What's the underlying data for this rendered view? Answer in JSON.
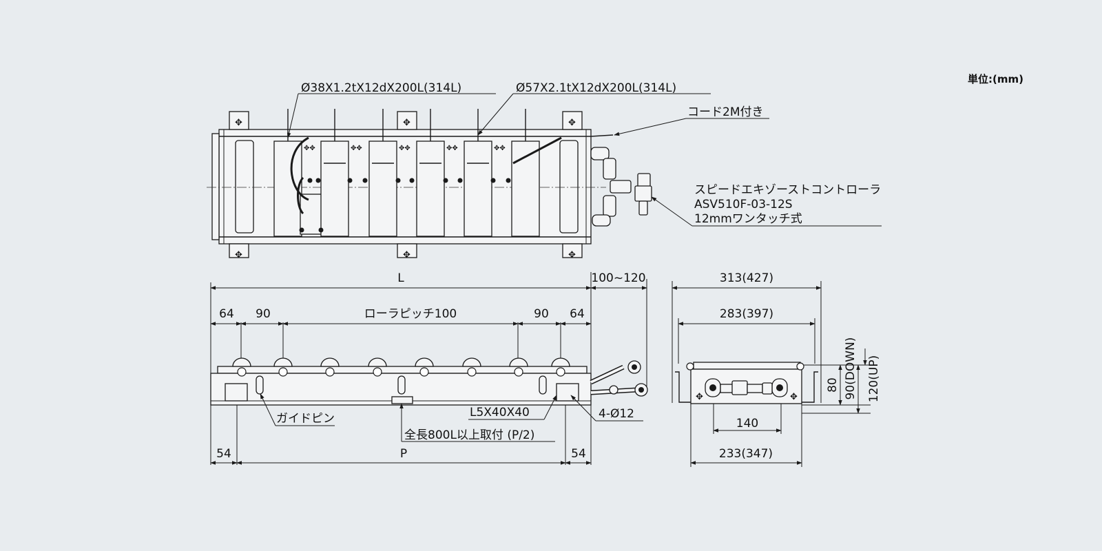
{
  "unit_label": "単位:(mm)",
  "top_view": {
    "tube_small": "Ø38X1.2tX12dX200L(314L)",
    "tube_large": "Ø57X2.1tX12dX200L(314L)",
    "cord": "コード2M付き",
    "controller_line1": "スピードエキゾーストコントローラ",
    "controller_line2": "ASV510F-03-12S",
    "controller_line3": "12mmワンタッチ式"
  },
  "side_view": {
    "dim_L": "L",
    "dim_L_extra": "100~120",
    "dim_64_left": "64",
    "dim_90_left": "90",
    "roller_pitch": "ローラピッチ100",
    "dim_90_right": "90",
    "dim_64_right": "64",
    "guide_pin": "ガイドピン",
    "angle": "L5X40X40",
    "holes": "4-Ø12",
    "mount_note": "全長800L以上取付 (P/2)",
    "dim_54_left": "54",
    "dim_P": "P",
    "dim_54_right": "54"
  },
  "end_view": {
    "dim_313": "313(427)",
    "dim_283": "283(397)",
    "dim_80": "80",
    "dim_90_down": "90(DOWN)",
    "dim_120_up": "120(UP)",
    "dim_140": "140",
    "dim_233": "233(347)"
  }
}
